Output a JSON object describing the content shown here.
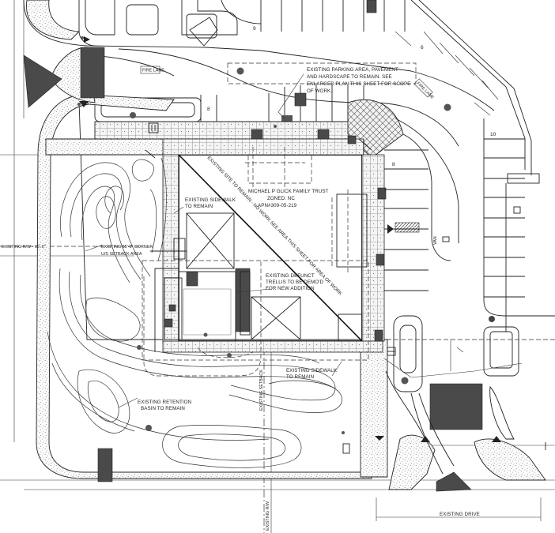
{
  "labels": {
    "existing_parking": [
      "EXISTING PARKING AREA, PAVEMENT",
      "AND HARDSCAPE TO REMAIN. SEE",
      "ENLARGED PLAN THIS SHEET FOR SCOPE",
      "OF WORK."
    ],
    "fire_lane": "FIRE LANE",
    "fire_lane_2": "FIRE LANE",
    "owner": [
      "MICHAEL P GLICK FAMILY TRUST",
      "ZONED: NC",
      "APN#309-05-219"
    ],
    "existing_sidewalk_top": [
      "EXISTING SIDEWALK",
      "TO REMAIN"
    ],
    "setback": [
      "EXISTING 65'-0\" CORNER",
      "U/S SETBACK AREA"
    ],
    "existing_rw": "EXISTING R/W - 65'-0\"",
    "trellis": [
      "EXISTING DEFUNCT",
      "TRELLIS TO BE DEMO'D",
      "FOR NEW ADDITION"
    ],
    "site_diag": "EXISTING SITE TO REMAIN - NO WORK SEE AREA THIS SHEET FOR AREA OF WORK",
    "existing_sidewalk_bottom": [
      "EXISTING SIDEWALK",
      "TO REMAIN"
    ],
    "retention": [
      "EXISTING RETENTION",
      "BASIN TO REMAIN"
    ],
    "existing_drive": "EXISTING DRIVE",
    "rw_bottom": "EXISTING R/W",
    "setback_vertical": "EXISTING SETBACK",
    "van": "VAN",
    "stall_numbers": [
      "9",
      "6",
      "8",
      "8",
      "10"
    ]
  }
}
